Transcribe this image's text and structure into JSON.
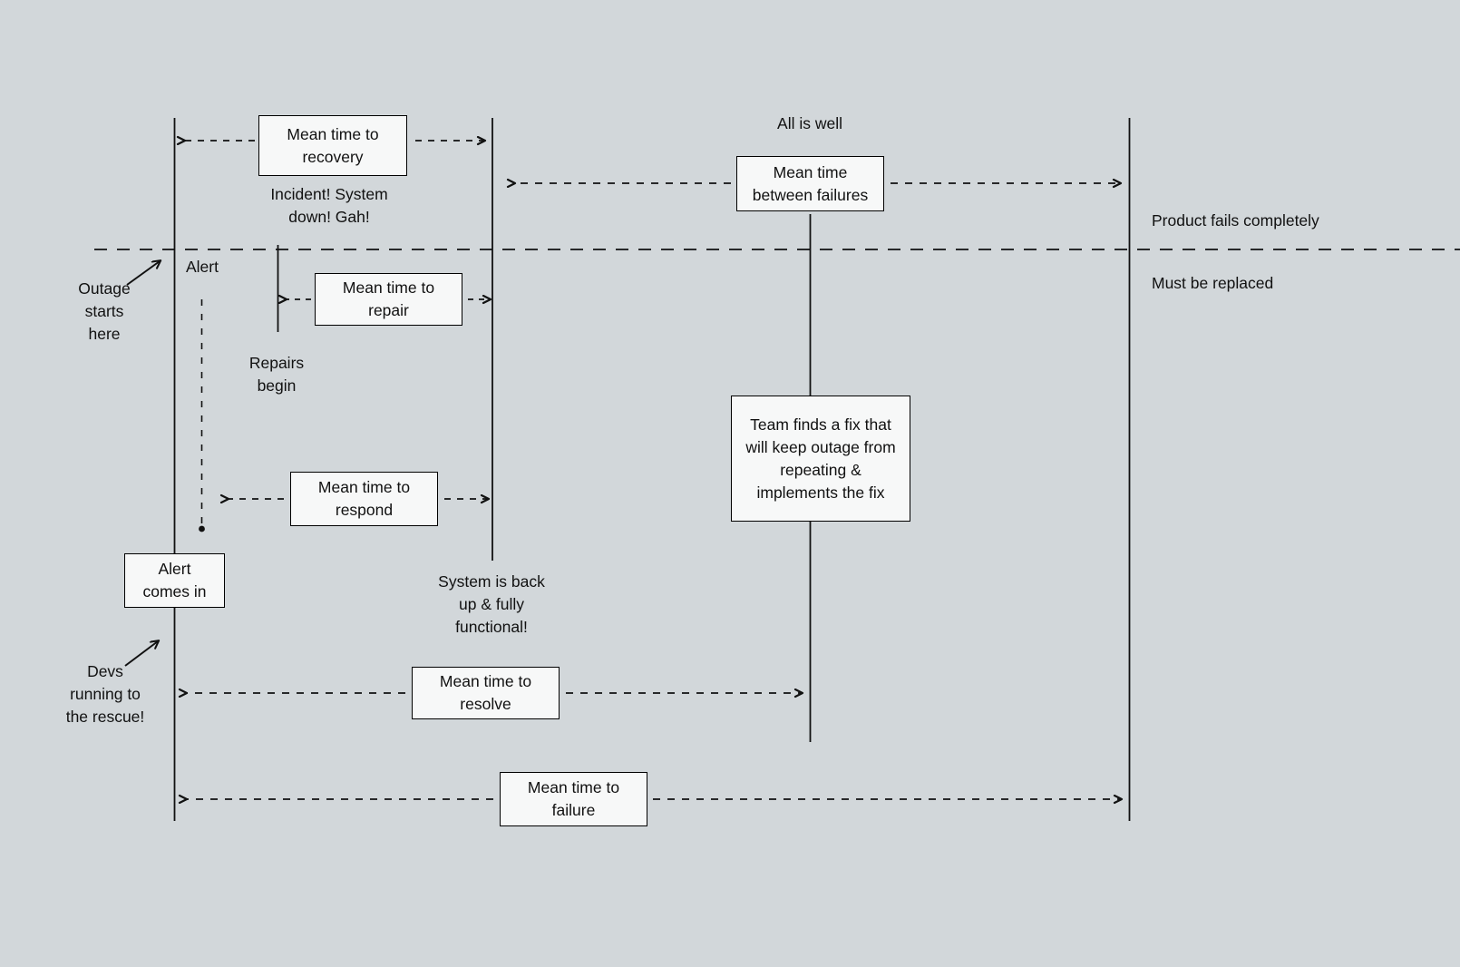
{
  "diagram": {
    "title": "Incident response timing metrics diagram",
    "background_color": "#d2d7da",
    "box_fill": "#f7f8f8",
    "line_color": "#111111"
  },
  "boxes": {
    "mean_time_to_recovery": "Mean time to\nrecovery",
    "mean_time_to_repair": "Mean time to\nrepair",
    "mean_time_to_respond": "Mean time to\nrespond",
    "mean_time_to_resolve": "Mean time to\nresolve",
    "mean_time_to_failure": "Mean time to\nfailure",
    "mean_time_between_failures": "Mean time\nbetween failures",
    "alert_comes_in": "Alert\ncomes in",
    "team_finds_fix": "Team finds a fix that\nwill keep outage from\nrepeating &\nimplements the fix"
  },
  "labels": {
    "all_is_well": "All is well",
    "incident_system_down": "Incident! System\ndown! Gah!",
    "product_fails_completely": "Product fails completely",
    "must_be_replaced": "Must be replaced",
    "alert": "Alert",
    "outage_starts_here": "Outage\nstarts\nhere",
    "repairs_begin": "Repairs\nbegin",
    "system_is_back_up": "System is back\nup & fully\nfunctional!",
    "devs_running_to_the_rescue": "Devs\nrunning to\nthe rescue!"
  }
}
